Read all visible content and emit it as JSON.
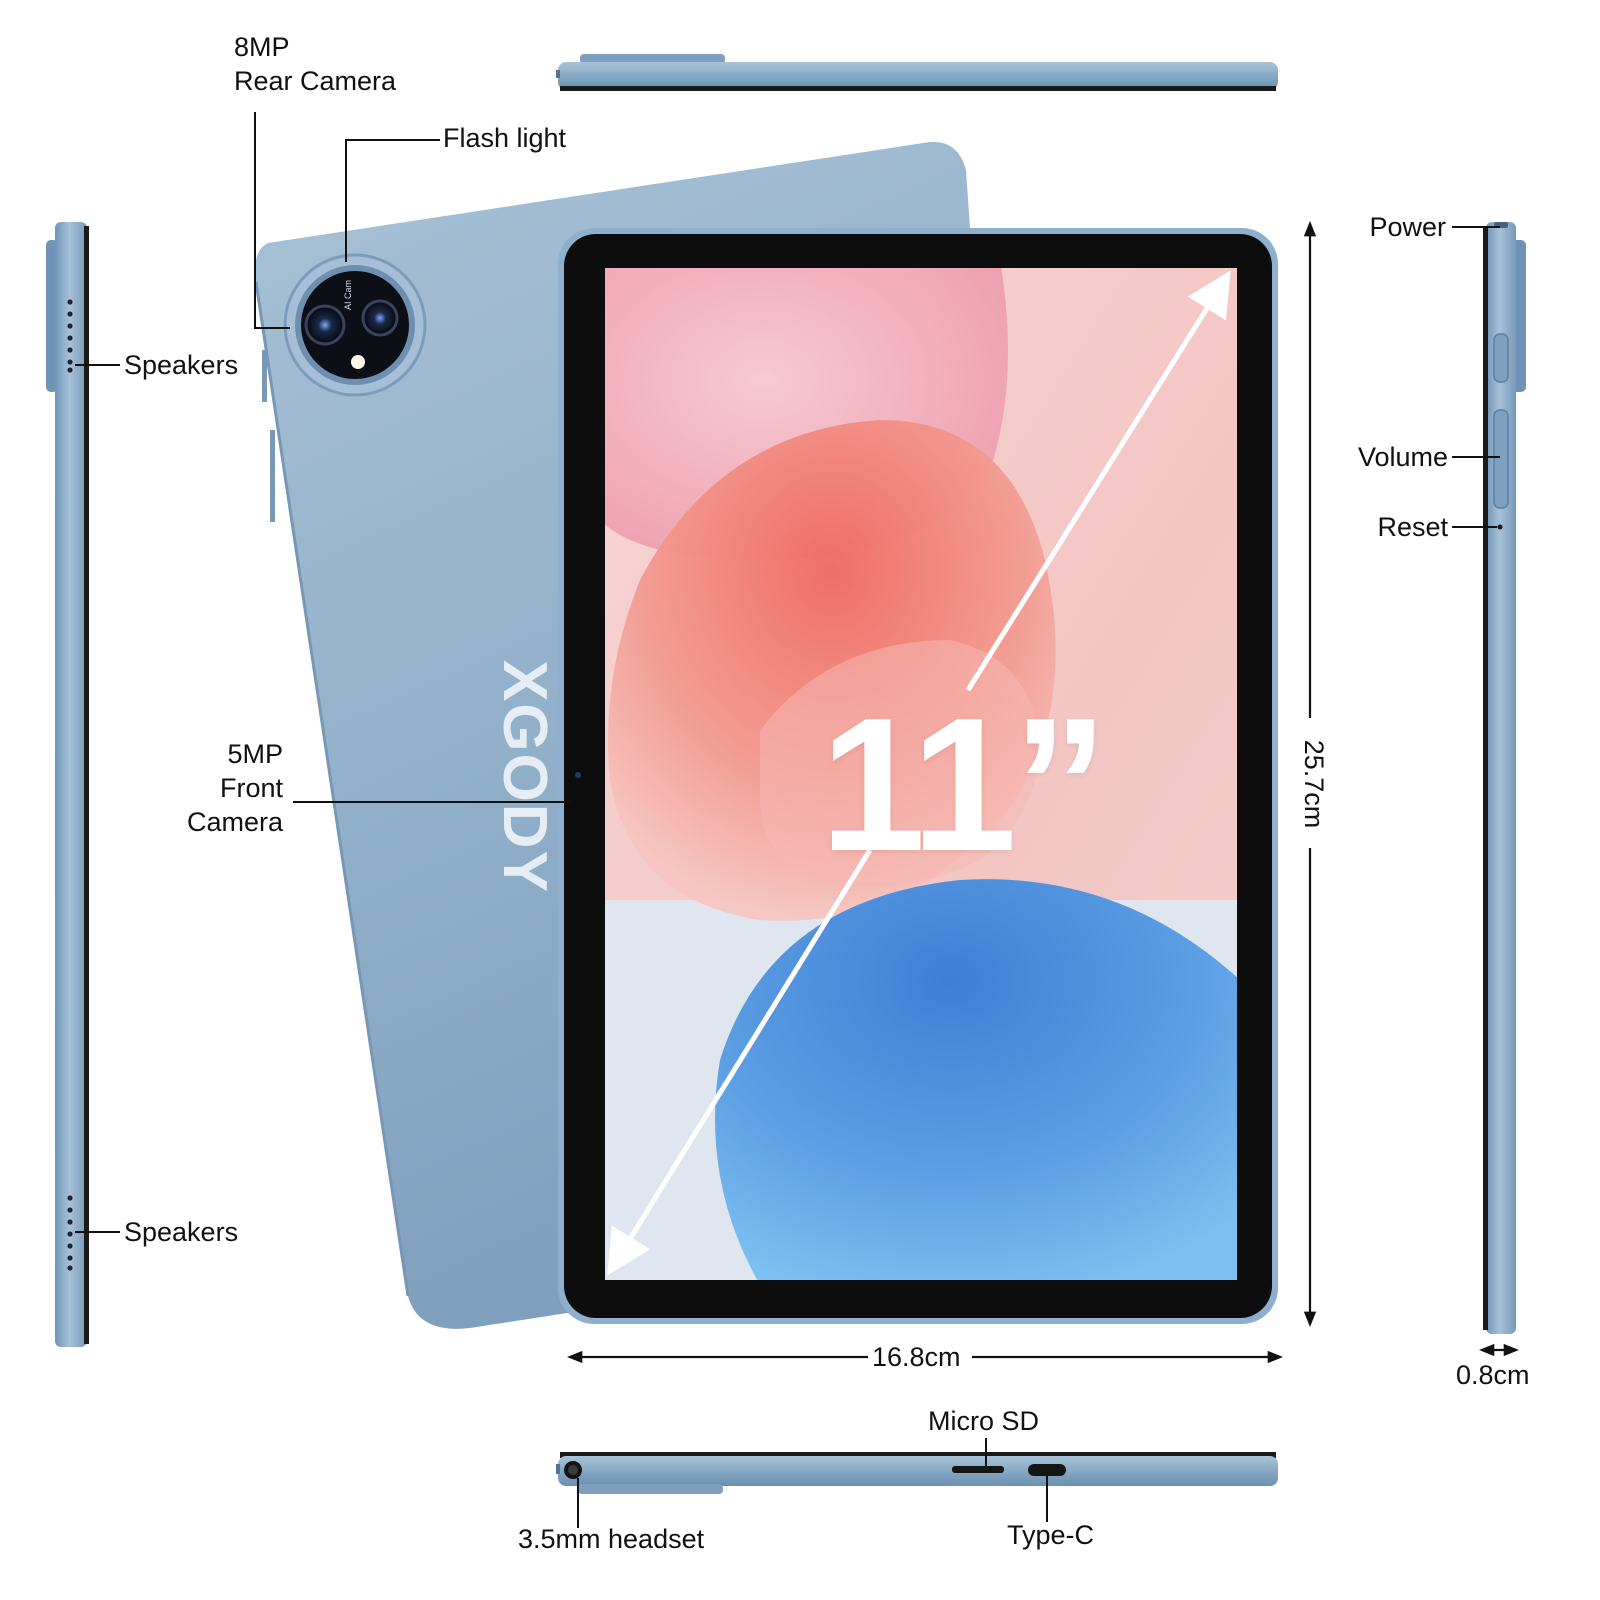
{
  "callouts": {
    "rear_camera": [
      "8MP",
      "Rear Camera"
    ],
    "flash_light": "Flash light",
    "speakers_top": "Speakers",
    "speakers_bottom": "Speakers",
    "front_camera": [
      "5MP",
      "Front",
      "Camera"
    ],
    "power": "Power",
    "volume": "Volume",
    "reset": "Reset",
    "micro_sd": "Micro SD",
    "headset": "3.5mm headset",
    "type_c": "Type-C"
  },
  "dimensions": {
    "width": "16.8cm",
    "height": "25.7cm",
    "thickness": "0.8cm",
    "diagonal": "11”"
  },
  "brand": "XGODY",
  "lens_text": "AI Cam",
  "colors": {
    "body_blue": "#8fb0cb",
    "bezel": "#0d0d0d",
    "screen_pink": "#f2c4c2",
    "accent_red": "#e35a55",
    "accent_blue": "#4d8fdc"
  }
}
